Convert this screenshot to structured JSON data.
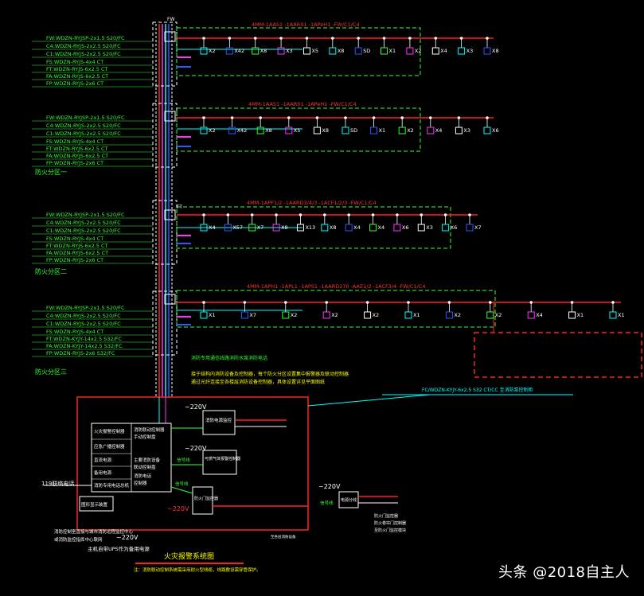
{
  "colors": {
    "background": "#000000",
    "green": "#33ff33",
    "cyan": "#00ffff",
    "red": "#ff2020",
    "blue": "#3355ff",
    "magenta": "#ff33ff",
    "white": "#ffffff",
    "yellow": "#ffff00"
  },
  "cable_groups": [
    {
      "cables": [
        "FW:WDZN-RYJSP-2x1.5 S20/FC",
        "C4:WDZN-RYJS-2x2.5 S20/FC",
        "C1:WDZN-RYJS-2x2.5 S20/FC",
        "FS:WDZN-RYJS-4x4 CT",
        "FT:WDZN-RYJS-6x2.5 CT",
        "FA:WDZN-RYJS-6x2.5 CT",
        "FP:WDZN-RYJS-2x6 CT"
      ],
      "zone_label": "",
      "title": "4MM-1AAS1 -1AAR01 -1APeH1 -FW/C1/C4",
      "devices": [
        "X2",
        "X42",
        "X8",
        "X3",
        "X5",
        "X8",
        "SD",
        "X1",
        "X2",
        "X4",
        "X3",
        "X8"
      ]
    },
    {
      "cables": [
        "FW:WDZN-RYJSP-2x1.5 S20/FC",
        "C4:WDZN-RYJS-2x2.5 S20/FC",
        "C1:WDZN-RYJS-2x2.5 S20/FC",
        "FS:WDZN-RYJS-4x4 CT",
        "FT:WDZN-RYJS-6x2.5 CT",
        "FA:WDZN-RYJS-6x2.5 CT",
        "FP:WDZN-RYJS-2x6 CT"
      ],
      "zone_label": "防火分区一",
      "title": "4MM-1AAS1 -1AAR01 -1APeH1 -FW/C1/C4",
      "devices": [
        "X2",
        "X42",
        "X8",
        "X5",
        "X8",
        "SD",
        "X1",
        "X2",
        "X4",
        "X3",
        "X6"
      ]
    },
    {
      "cables": [
        "FW:WDZN-RYJSP-2x1.5 S20/FC",
        "C4:WDZN-RYJS-2x2.5 S20/FC",
        "C1:WDZN-RYJS-2x2.5 S20/FC",
        "FS:WDZN-RYJS-4x4 CT",
        "FT:WDZN-RYJS-6x2.5 CT",
        "FA:WDZN-RYJS-6x2.5 CT",
        "FP:WDZN-RYJS-2x6 CT"
      ],
      "zone_label": "防火分区二",
      "title": "4MM-1APF1/2 -1AARD3/4/3 -1ACF1/2/3 -FW/C1/C4",
      "devices": [
        "X4",
        "X57",
        "X7",
        "X8",
        "X13",
        "X8",
        "X4",
        "X4",
        "X6",
        "X3",
        "X6",
        "X7"
      ]
    },
    {
      "cables": [
        "FW:WDZN-RYJSP-2x1.5 S20/FC",
        "C4:WDZN-RYJS-2x2.5 S20/FC",
        "C1:WDZN-RYJS-2x2.5 S20/FC",
        "FS:WDZN-RYJS-4x4 CT",
        "FT:WDZN-KYJY-14x2.5 S32/FC",
        "FA:WDZN-KYJY-14x2.5 S32/FC",
        "FP:WDZN-RYJS-2x6 S32/FC"
      ],
      "zone_label": "防火分区三",
      "title": "4MM-1APH1 -1APL1 -1APS1 -1AARD270 -AAE1/2 -1ACF3/4 -FW/C1/C4",
      "devices": [
        "X1",
        "X7",
        "X2",
        "X2",
        "X2",
        "X1",
        "X2",
        "X2",
        "X4",
        "X1",
        "X1"
      ]
    }
  ],
  "main_bus": {
    "top_label": "FW",
    "mid_label": "FT"
  },
  "notes": {
    "note_title": "消防专用通信线路消防水泵消防电话",
    "note_line1": "接于结构内消防设备及控制器，每个防火分区设置集中报警器及联动控制器",
    "note_line2": "通过光纤连接至各楼层消防设备控制器，具体设置详见平面图纸"
  },
  "feeder_cable": "FC/WDZN-KYJY-6x2.5 S32 CT/CC 至消防泵控制柜",
  "control_room": {
    "voltage_top": "~220V",
    "voltage_mid": "~220V",
    "voltage_lower": "~220V",
    "voltage_bottom": "~220V",
    "voltage_right": "~220V",
    "left_cells": [
      "火灾报警控制器",
      "应急广播控制器",
      "直流电源",
      "备用电源",
      "消防专用电话总机"
    ],
    "right_cells": [
      "消防联动控制器",
      "手动控制盘",
      "主要消防设备",
      "联动控制盘",
      "消防电话",
      "控制器"
    ],
    "box_top": "消防电源监控",
    "box_mid": "可燃气体报警控制器",
    "box_lower": "防火门监控器",
    "box_right": "电源分线",
    "monitor_label": "图形显示装置",
    "line_119": "119联络电话",
    "note_left1": "消防控制室直接与城市消防远程监控中心",
    "note_left2": "或消防监控指挥中心联网",
    "ups_label": "主机自带UPS作为备用电源",
    "label_signal": "信号线",
    "label_power": "电源线",
    "right_note1": "防火门监控器",
    "right_note2": "防火卷帘门控制器",
    "right_note3": "至防火门监控模块",
    "bottom_small": "至各层消防设备"
  },
  "diagram_title": "火灾报警系统图",
  "diagram_note": "注：消防联动控制系统需采用耐火型线缆，线路敷设需穿管保护。",
  "watermark": "头条 @2018自主人"
}
